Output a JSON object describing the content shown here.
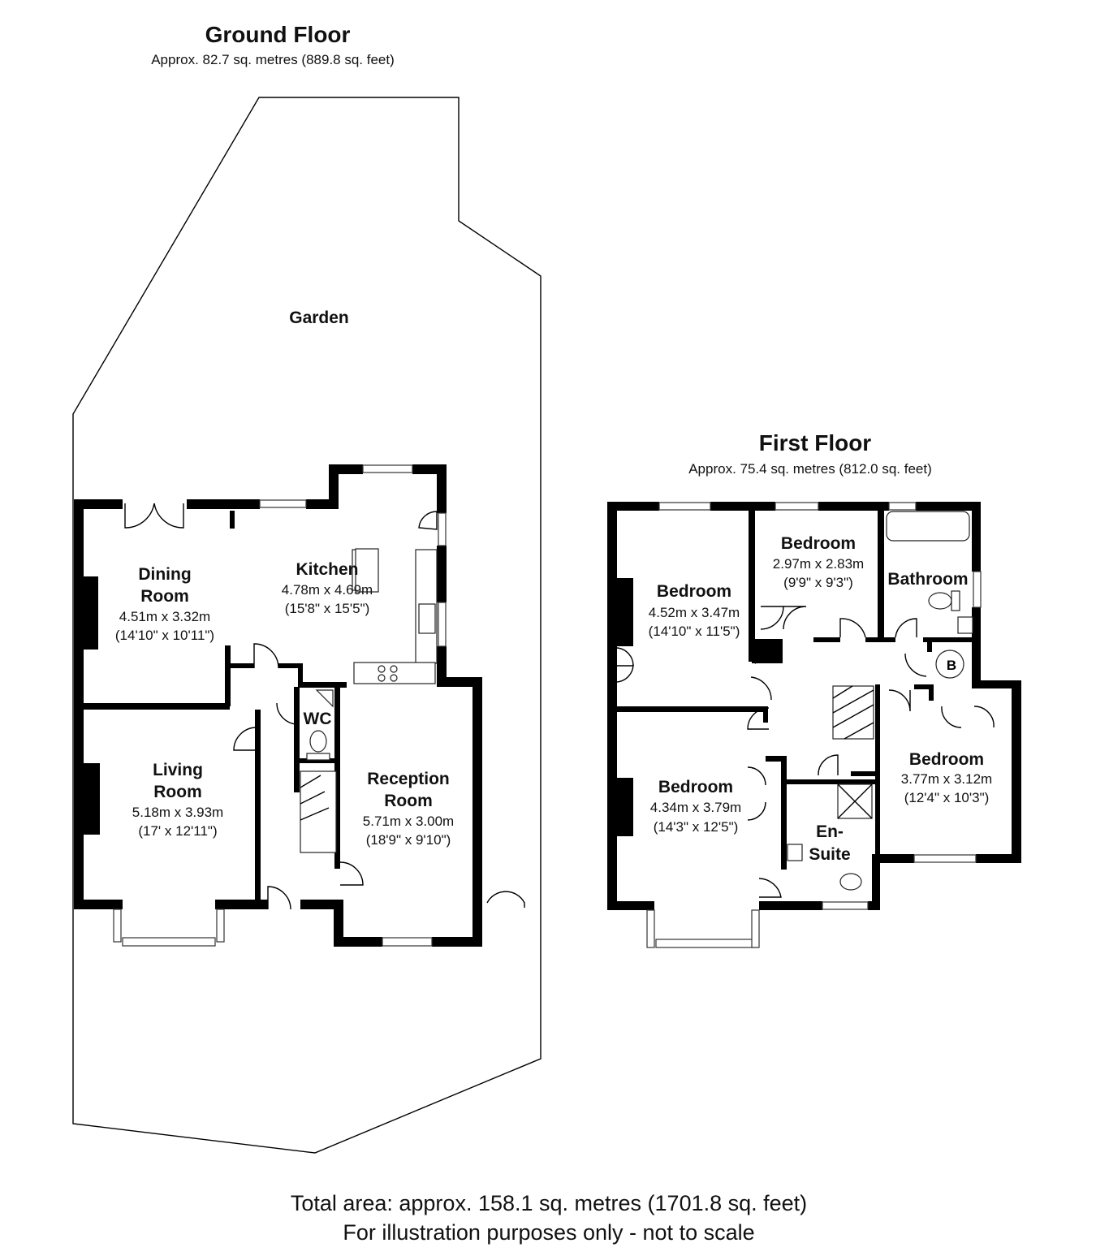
{
  "ground_floor": {
    "title": "Ground Floor",
    "area": "Approx.  82.7 sq. metres (889.8 sq. feet)",
    "garden": "Garden",
    "rooms": {
      "dining": {
        "name1": "Dining",
        "name2": "Room",
        "metric": "4.51m x 3.32m",
        "imperial": "(14'10\" x 10'11\")"
      },
      "kitchen": {
        "name1": "Kitchen",
        "metric": "4.78m x 4.69m",
        "imperial": "(15'8\" x 15'5\")"
      },
      "wc": {
        "name1": "WC"
      },
      "living": {
        "name1": "Living",
        "name2": "Room",
        "metric": "5.18m x 3.93m",
        "imperial": "(17' x 12'11\")"
      },
      "reception": {
        "name1": "Reception",
        "name2": "Room",
        "metric": "5.71m x 3.00m",
        "imperial": "(18'9\" x 9'10\")"
      }
    }
  },
  "first_floor": {
    "title": "First Floor",
    "area": "Approx.  75.4 sq. metres (812.0 sq. feet)",
    "boiler": "B",
    "rooms": {
      "bedroom_front_left": {
        "name1": "Bedroom",
        "metric": "4.52m x 3.47m",
        "imperial": "(14'10\" x 11'5\")"
      },
      "bedroom_small": {
        "name1": "Bedroom",
        "metric": "2.97m x 2.83m",
        "imperial": "(9'9\" x 9'3\")"
      },
      "bathroom": {
        "name1": "Bathroom"
      },
      "bedroom_bay": {
        "name1": "Bedroom",
        "metric": "4.34m x 3.79m",
        "imperial": "(14'3\" x 12'5\")"
      },
      "bedroom_right": {
        "name1": "Bedroom",
        "metric": "3.77m x 3.12m",
        "imperial": "(12'4\" x 10'3\")"
      },
      "ensuite": {
        "name1": "En-",
        "name2": "Suite"
      }
    }
  },
  "footer": {
    "total_area": "Total area: approx. 158.1 sq. metres (1701.8 sq. feet)",
    "disclaimer": "For illustration purposes only - not to scale"
  }
}
